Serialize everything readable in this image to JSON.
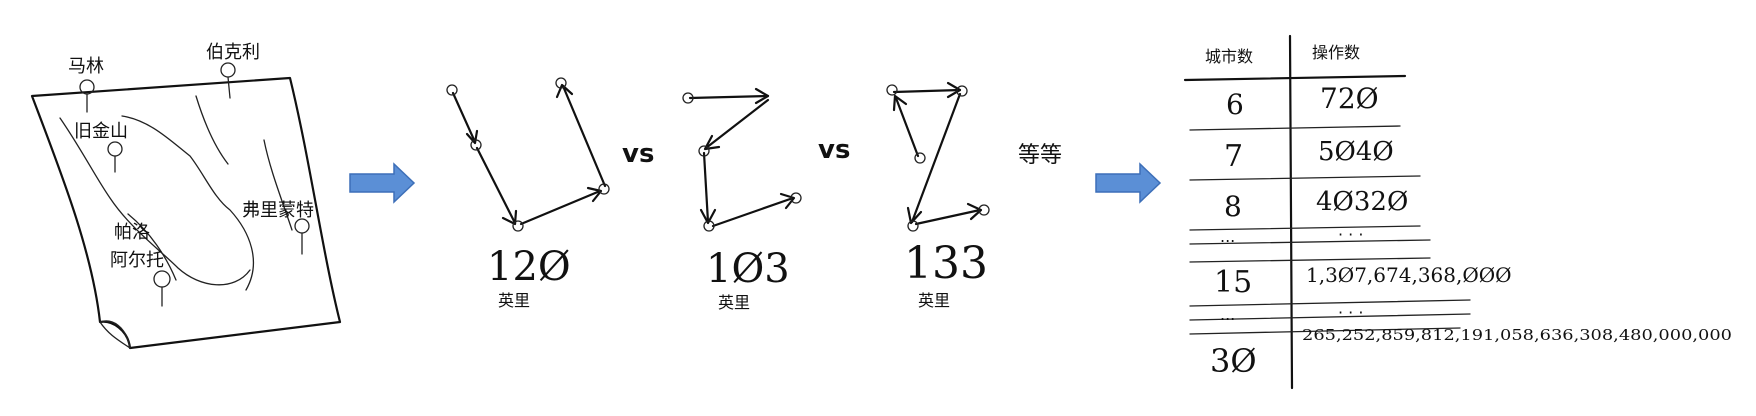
{
  "map": {
    "cities": [
      "马林",
      "伯克利",
      "旧金山",
      "弗里蒙特",
      "帕洛",
      "阿尔托"
    ]
  },
  "routes": [
    {
      "distance": "12Ø",
      "unit": "英里"
    },
    {
      "distance": "1Ø3",
      "unit": "英里"
    },
    {
      "distance": "133",
      "unit": "英里"
    }
  ],
  "vs_label": "vs",
  "etc_label": "等等",
  "table": {
    "col_cities": "城市数",
    "col_ops": "操作数",
    "rows": [
      {
        "cities": "6",
        "ops": "72Ø"
      },
      {
        "cities": "7",
        "ops": "5Ø4Ø"
      },
      {
        "cities": "8",
        "ops": "4Ø32Ø"
      },
      {
        "cities": "...",
        "ops": "· · ·"
      },
      {
        "cities": "15",
        "ops": "1,3Ø7,674,368,ØØØ"
      },
      {
        "cities": "...",
        "ops": "· · ·"
      },
      {
        "cities": "3Ø",
        "ops": "265,252,859,812,191,058,636,308,480,000,000"
      }
    ]
  }
}
